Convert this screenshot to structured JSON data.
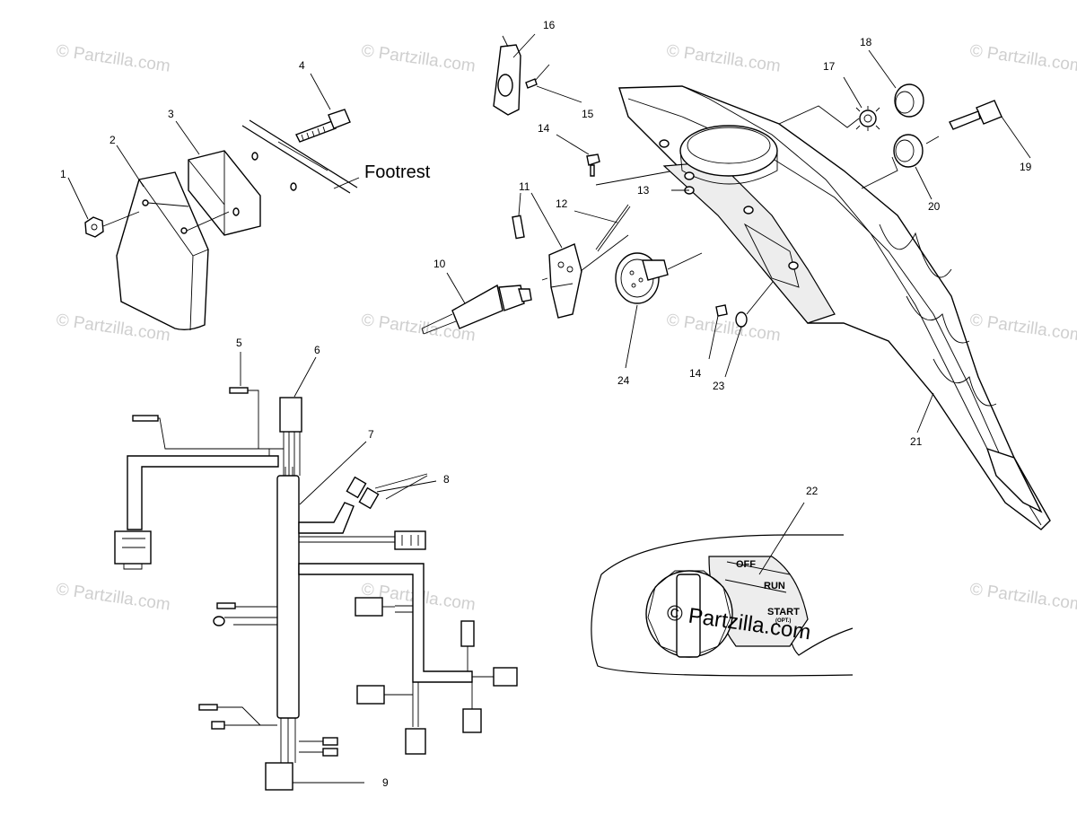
{
  "watermark": "© Partzilla.com",
  "footrest_label": "Footrest",
  "callouts": [
    "1",
    "2",
    "3",
    "4",
    "5",
    "6",
    "7",
    "8",
    "9",
    "10",
    "11",
    "12",
    "13",
    "14",
    "15",
    "16",
    "17",
    "18",
    "19",
    "20",
    "21",
    "22",
    "23",
    "24"
  ],
  "callout_14_second": "14",
  "switch_positions": {
    "off": "OFF",
    "run": "RUN",
    "start": "START",
    "start_note": "(OPT.)"
  }
}
